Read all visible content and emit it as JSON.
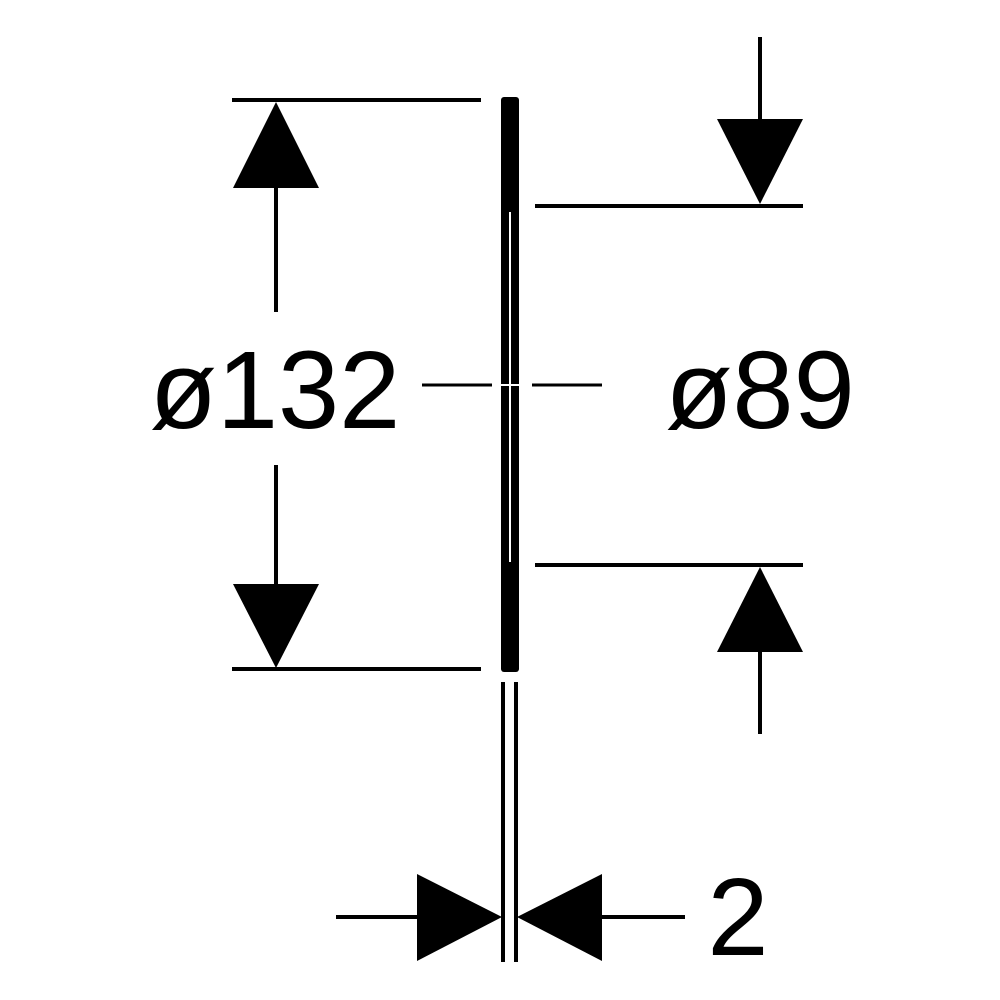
{
  "dimensions": {
    "outer_diameter": {
      "label": "ø132"
    },
    "inner_diameter": {
      "label": "ø89"
    },
    "thickness": {
      "label": "2"
    }
  },
  "colors": {
    "line": "#000000",
    "background": "#ffffff"
  }
}
